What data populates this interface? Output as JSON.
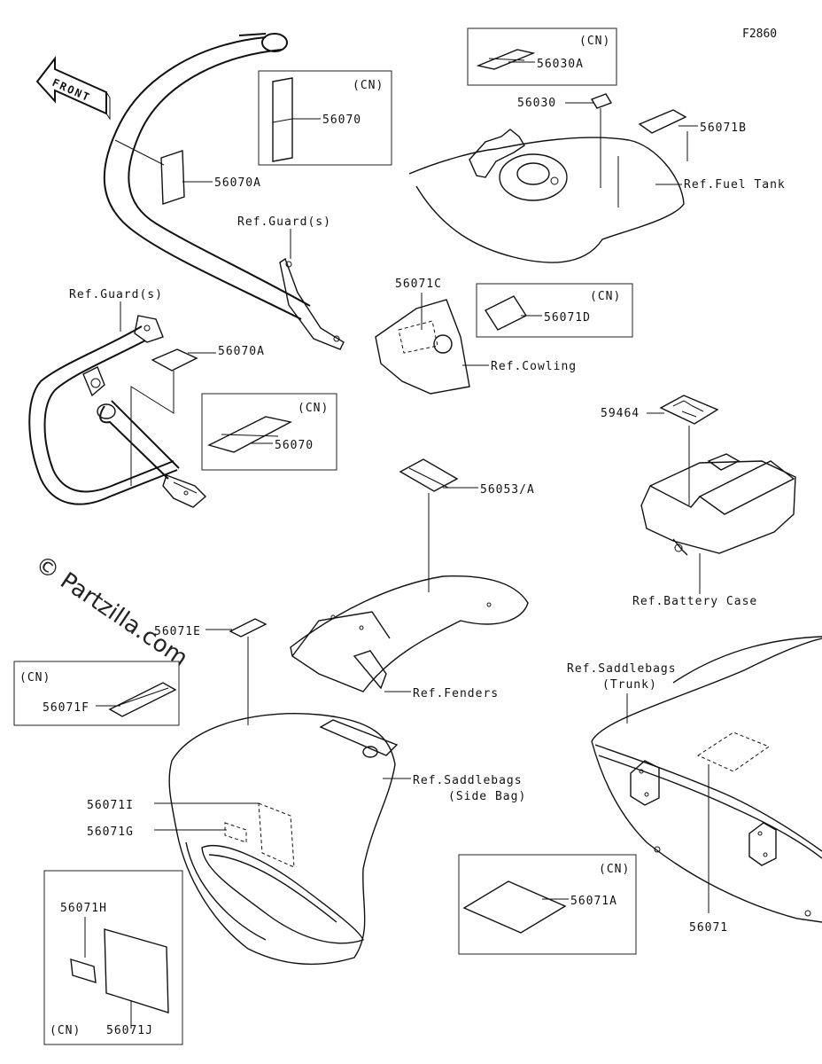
{
  "diagram": {
    "figure_id": "F2860",
    "watermark": "© Partzilla.com",
    "front_arrow_label": "FRONT",
    "cn_tag": "(CN)",
    "parts": {
      "p56030A": "56030A",
      "p56030": "56030",
      "p56071B": "56071B",
      "p56070": "56070",
      "p56070A_top": "56070A",
      "p56070A_mid": "56070A",
      "p56070_mid": "56070",
      "p56071C": "56071C",
      "p56071D": "56071D",
      "p59464": "59464",
      "p56053A": "56053/A",
      "p56071E": "56071E",
      "p56071F": "56071F",
      "p56071I": "56071I",
      "p56071G": "56071G",
      "p56071H": "56071H",
      "p56071J": "56071J",
      "p56071A": "56071A",
      "p56071": "56071"
    },
    "refs": {
      "fuel_tank": "Ref.Fuel Tank",
      "guards_top": "Ref.Guard(s)",
      "guards_left": "Ref.Guard(s)",
      "cowling": "Ref.Cowling",
      "battery_case": "Ref.Battery Case",
      "fenders": "Ref.Fenders",
      "saddlebags_side_1": "Ref.Saddlebags",
      "saddlebags_side_2": "(Side Bag)",
      "saddlebags_trunk_1": "Ref.Saddlebags",
      "saddlebags_trunk_2": "(Trunk)"
    }
  }
}
